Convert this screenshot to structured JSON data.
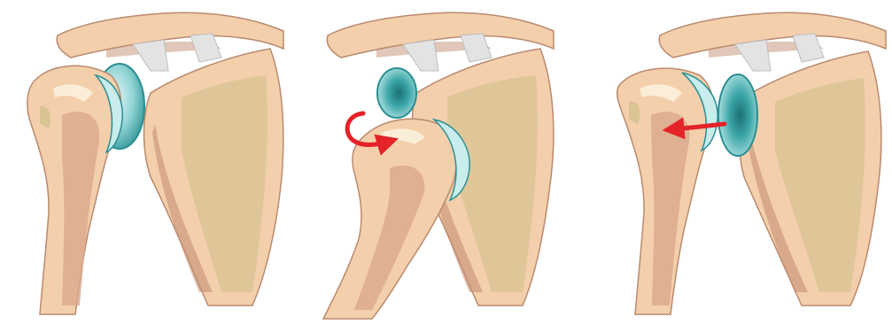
{
  "figure": {
    "panels": [
      {
        "id": "normal",
        "arrow": "none"
      },
      {
        "id": "anterior-dislocation",
        "arrow": "curved-red-arrow"
      },
      {
        "id": "posterior-dislocation",
        "arrow": "straight-red-arrow"
      }
    ]
  },
  "colors": {
    "background": "#ffffff",
    "bone_light": "#f4cfac",
    "bone_mid": "#e6b48f",
    "bone_shadow": "#c48f73",
    "bone_marrow": "#d9a98c",
    "bone_pink": "#caa0a0",
    "bone_green": "#cdbf8a",
    "bone_highlight": "#fbeed8",
    "cartilage_light": "#c9ecec",
    "cartilage_mid": "#7cc9c9",
    "cartilage_dark": "#2a8f92",
    "ligament": "#e3e3e3",
    "outline": "#b98a6e",
    "arrow": "#e42228"
  }
}
